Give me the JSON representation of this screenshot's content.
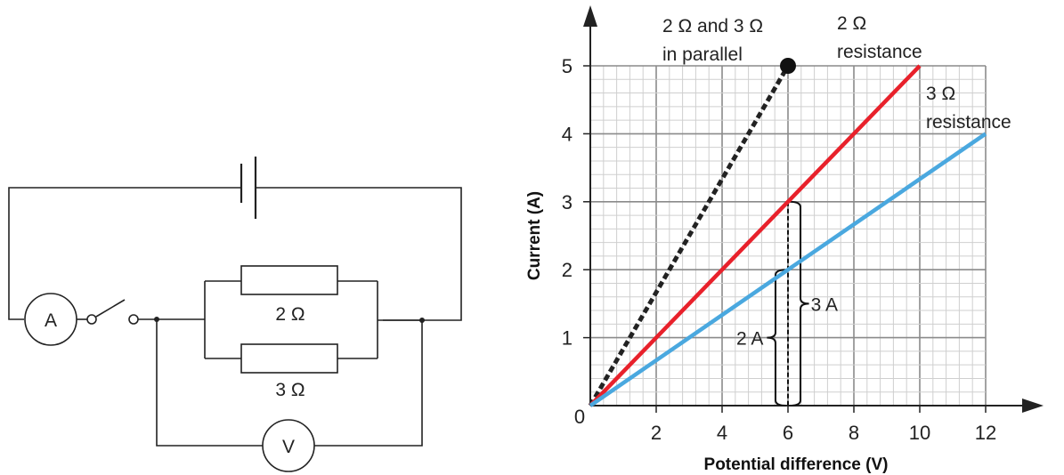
{
  "circuit": {
    "ammeter_label": "A",
    "voltmeter_label": "V",
    "resistor_top_label": "2 Ω",
    "resistor_bottom_label": "3 Ω"
  },
  "chart_data": {
    "type": "line",
    "xlabel": "Potential difference (V)",
    "ylabel": "Current (A)",
    "xlim": [
      0,
      12
    ],
    "ylim": [
      0,
      5
    ],
    "x_ticks": [
      "2",
      "4",
      "6",
      "8",
      "10",
      "12"
    ],
    "y_ticks": [
      "1",
      "2",
      "3",
      "4",
      "5"
    ],
    "origin_label": "0",
    "grid": true,
    "series": [
      {
        "name": "2 Ω and 3 Ω in parallel",
        "label_lines": [
          "2 Ω and 3 Ω",
          "in parallel"
        ],
        "color": "#222222",
        "style": "dotted",
        "points": [
          [
            0,
            0
          ],
          [
            6,
            5
          ]
        ]
      },
      {
        "name": "2 Ω resistance",
        "label_lines": [
          "2 Ω",
          "resistance"
        ],
        "color": "#e8212b",
        "style": "solid",
        "points": [
          [
            0,
            0
          ],
          [
            10,
            5
          ]
        ]
      },
      {
        "name": "3 Ω resistance",
        "label_lines": [
          "3 Ω",
          "resistance"
        ],
        "color": "#4aa8df",
        "style": "solid",
        "points": [
          [
            0,
            0
          ],
          [
            12,
            4
          ]
        ]
      }
    ],
    "annotations": [
      {
        "text": "3 A",
        "at_x": 6,
        "from_y": 0,
        "to_y": 3
      },
      {
        "text": "2 A",
        "at_x": 6,
        "from_y": 0,
        "to_y": 2
      }
    ]
  }
}
